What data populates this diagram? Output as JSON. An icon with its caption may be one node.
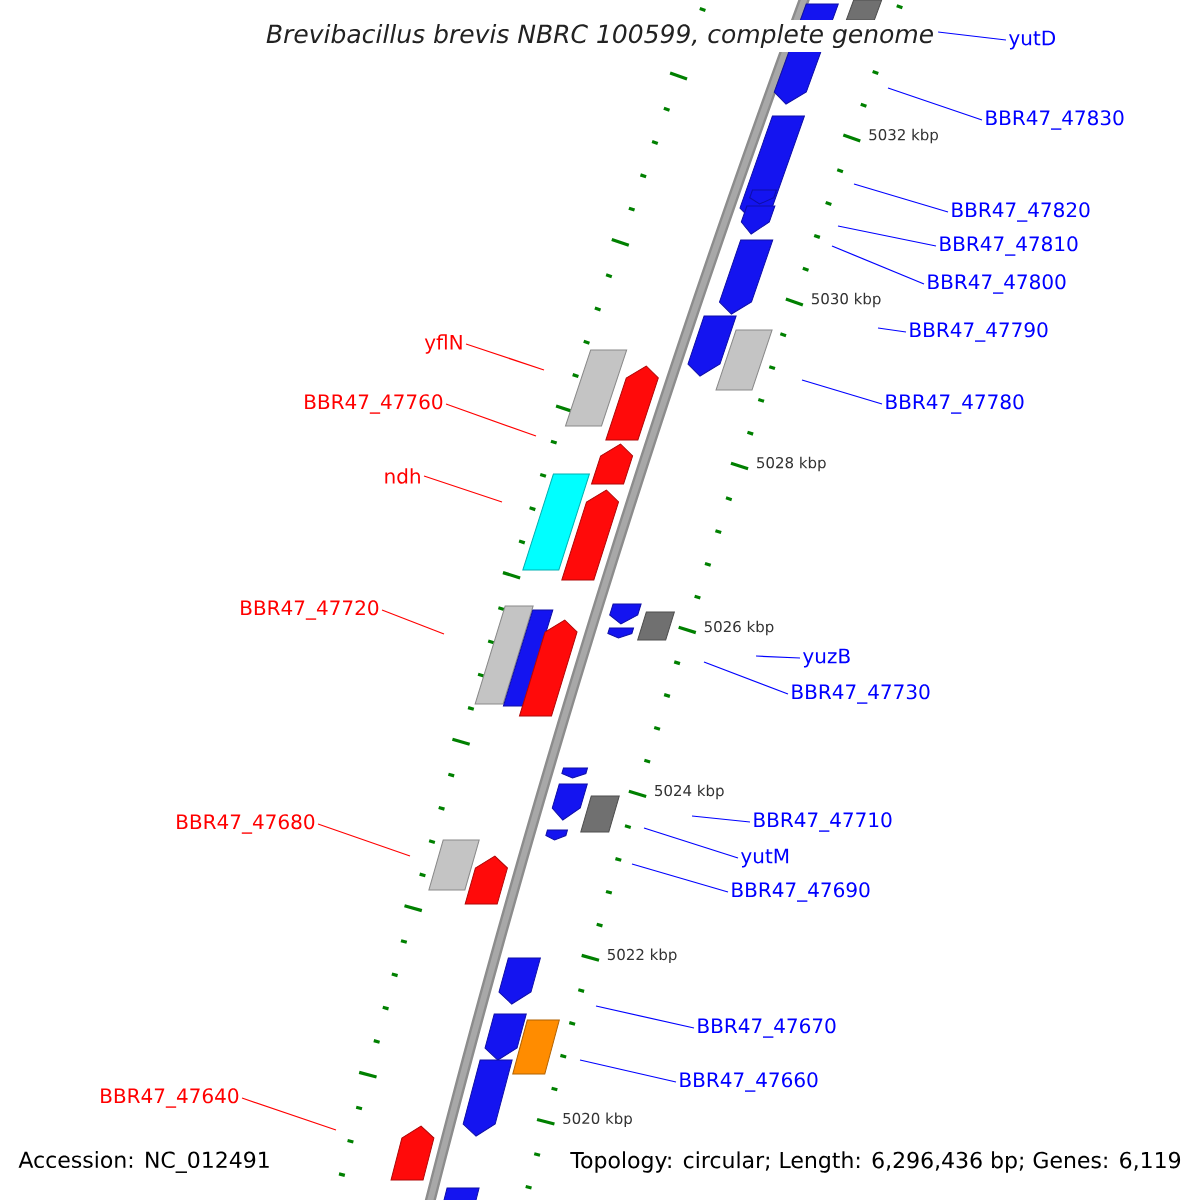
{
  "diagram": {
    "title": "Brevibacillus brevis NBRC 100599, complete genome",
    "nodes": [
      {
        "text": [
          "yutD"
        ]
      },
      {
        "text": [
          "BBR47_47830"
        ]
      },
      {
        "text": [
          "BBR47_47820"
        ]
      },
      {
        "text": [
          "BBR47_47810"
        ]
      },
      {
        "text": [
          "BBR47_47800"
        ]
      },
      {
        "text": [
          "BBR47_47790"
        ]
      },
      {
        "text": [
          "yflN"
        ]
      },
      {
        "text": [
          "BBR47_47780"
        ]
      },
      {
        "text": [
          "BBR47_47760"
        ]
      },
      {
        "text": [
          "ndh"
        ]
      },
      {
        "text": [
          "BBR47_47720"
        ]
      },
      {
        "text": [
          "yuzB"
        ]
      },
      {
        "text": [
          "BBR47_47730"
        ]
      },
      {
        "text": [
          "BBR47_47710"
        ]
      },
      {
        "text": [
          "BBR47_47680"
        ]
      },
      {
        "text": [
          "yutM"
        ]
      },
      {
        "text": [
          "BBR47_47690"
        ]
      },
      {
        "text": [
          "BBR47_47670"
        ]
      },
      {
        "text": [
          "BBR47_47660"
        ]
      },
      {
        "text": [
          "BBR47_47640"
        ]
      }
    ],
    "edges": [
      {
        "from": 0,
        "to": null,
        "arrow": "none"
      },
      {
        "from": 1,
        "to": null,
        "arrow": "none"
      },
      {
        "from": 2,
        "to": null,
        "arrow": "none"
      },
      {
        "from": 3,
        "to": null,
        "arrow": "none"
      },
      {
        "from": 4,
        "to": null,
        "arrow": "none"
      },
      {
        "from": 5,
        "to": null,
        "arrow": "none"
      },
      {
        "from": 6,
        "to": null,
        "arrow": "none",
        "color": "#ff0000"
      },
      {
        "from": 7,
        "to": null,
        "arrow": "none"
      },
      {
        "from": 8,
        "to": null,
        "arrow": "none",
        "color": "#ff0000"
      },
      {
        "from": 9,
        "to": null,
        "arrow": "none",
        "color": "#ff0000"
      },
      {
        "from": 10,
        "to": null,
        "arrow": "none",
        "color": "#ff0000"
      },
      {
        "from": 11,
        "to": null,
        "arrow": "none"
      },
      {
        "from": 12,
        "to": null,
        "arrow": "none"
      },
      {
        "from": 13,
        "to": null,
        "arrow": "none"
      },
      {
        "from": 14,
        "to": null,
        "arrow": "none",
        "color": "#ff0000"
      },
      {
        "from": 15,
        "to": null,
        "arrow": "none"
      },
      {
        "from": 16,
        "to": null,
        "arrow": "none"
      },
      {
        "from": 17,
        "to": null,
        "arrow": "none"
      },
      {
        "from": 18,
        "to": null,
        "arrow": "none"
      },
      {
        "from": 19,
        "to": null,
        "arrow": "none",
        "color": "#ff0000"
      }
    ],
    "labels": [
      "5032 kbp",
      "5030 kbp",
      "5028 kbp",
      "5026 kbp",
      "5024 kbp",
      "5022 kbp",
      "5020 kbp",
      "Accession: NC_012491",
      "Topology: circular; Length: 6,296,436 bp; Genes: 6,119"
    ]
  }
}
